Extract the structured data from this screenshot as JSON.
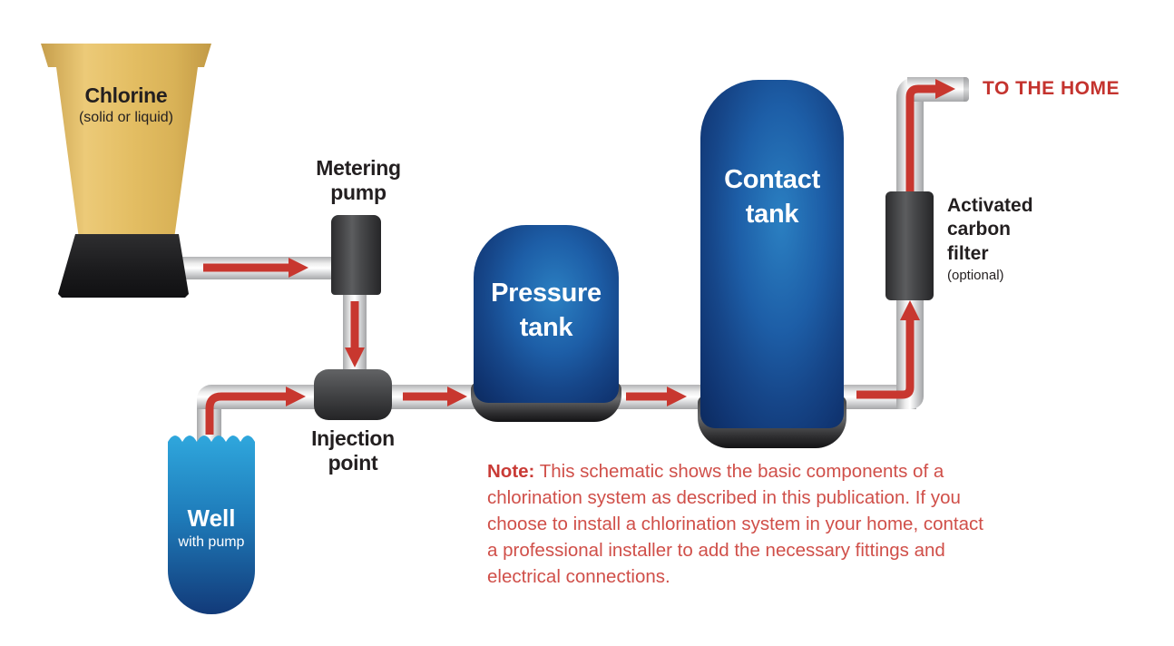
{
  "title": "Chlorination system schematic",
  "colors": {
    "arrow_red": "#c8372f",
    "note_red": "#d04f49",
    "home_label_red": "#c4332e",
    "tank_blue_center": "#2b80c2",
    "tank_blue_edge": "#0c2a5e",
    "well_blue_top": "#2fa7dd",
    "well_blue_bottom": "#123a79",
    "hopper_gold": "#e3bd62",
    "component_dark_gray": "#3a3a3c",
    "pipe_gray": "#d7d8da",
    "label_black": "#231f20"
  },
  "components": {
    "chlorine": {
      "title": "Chlorine",
      "subtitle": "(solid or liquid)"
    },
    "metering_pump": {
      "label_line1": "Metering",
      "label_line2": "pump"
    },
    "injection_point": {
      "label_line1": "Injection",
      "label_line2": "point"
    },
    "well": {
      "title": "Well",
      "subtitle": "with pump"
    },
    "pressure_tank": {
      "label_line1": "Pressure",
      "label_line2": "tank"
    },
    "contact_tank": {
      "label_line1": "Contact",
      "label_line2": "tank"
    },
    "carbon_filter": {
      "label_line1": "Activated",
      "label_line2": "carbon",
      "label_line3": "filter",
      "subtitle": "(optional)"
    },
    "to_home": {
      "label": "TO THE HOME"
    }
  },
  "note": {
    "prefix": "Note:",
    "body": " This schematic shows the basic components of a chlorination system as described in this publication. If you choose to install a chlorination system in your home, contact a professional installer to add the necessary fittings and electrical connections."
  }
}
